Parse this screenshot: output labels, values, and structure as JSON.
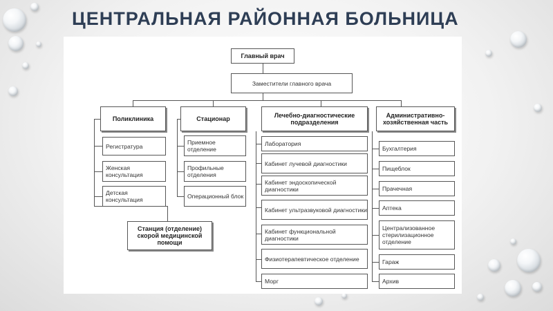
{
  "slide": {
    "title": "ЦЕНТРАЛЬНАЯ РАЙОННАЯ БОЛЬНИЦА"
  },
  "diagram": {
    "chief": "Главный врач",
    "deputies": "Заместители главного врача",
    "polyclinic": {
      "header": "Поликлиника",
      "items": [
        "Регистратура",
        "Женская консультация",
        "Детская консультация"
      ]
    },
    "hospital": {
      "header": "Стационар",
      "items": [
        "Приемное отделение",
        "Профильные отделения",
        "Операционный блок"
      ]
    },
    "ambulance": "Станция (отделение) скорой медицинской помощи",
    "diagnostic": {
      "header": "Лечебно-диагностические подразделения",
      "items": [
        "Лаборатория",
        "Кабинет лучевой диагностики",
        "Кабинет эндоскопической диагностики",
        "Кабинет ультразвуковой диагностики",
        "Кабинет функциональной диагностики",
        "Физиотерапевтическое отделение",
        "Морг"
      ]
    },
    "admin": {
      "header": "Административно-хозяйственная часть",
      "items": [
        "Бухгалтерия",
        "Пищеблок",
        "Прачечная",
        "Аптека",
        "Централизованное стерилизационное отделение",
        "Гараж",
        "Архив"
      ]
    }
  }
}
